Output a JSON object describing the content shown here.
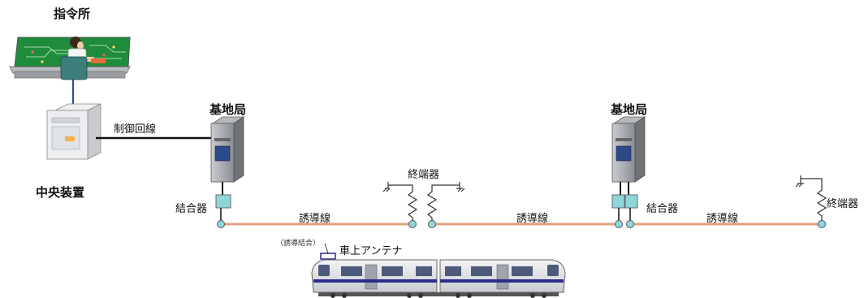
{
  "labels": {
    "command_center": "指令所",
    "control_line": "制御回線",
    "central_equipment": "中央装置",
    "base_station_left": "基地局",
    "base_station_right": "基地局",
    "coupler_left": "結合器",
    "coupler_right": "結合器",
    "terminator_middle": "終端器",
    "terminator_right": "終端器",
    "inductive_line_1": "誘導線",
    "inductive_line_2": "誘導線",
    "inductive_line_3": "誘導線",
    "inductive_coupling": "（誘導結合）",
    "onboard_antenna": "車上アンテナ"
  },
  "colors": {
    "inductive_line": "#e0a080",
    "node": "#8fd6d6",
    "cabinet_dark": "#7f8186",
    "cabinet_light": "#d7dadf",
    "train_stripe": "#2a2d8a"
  }
}
